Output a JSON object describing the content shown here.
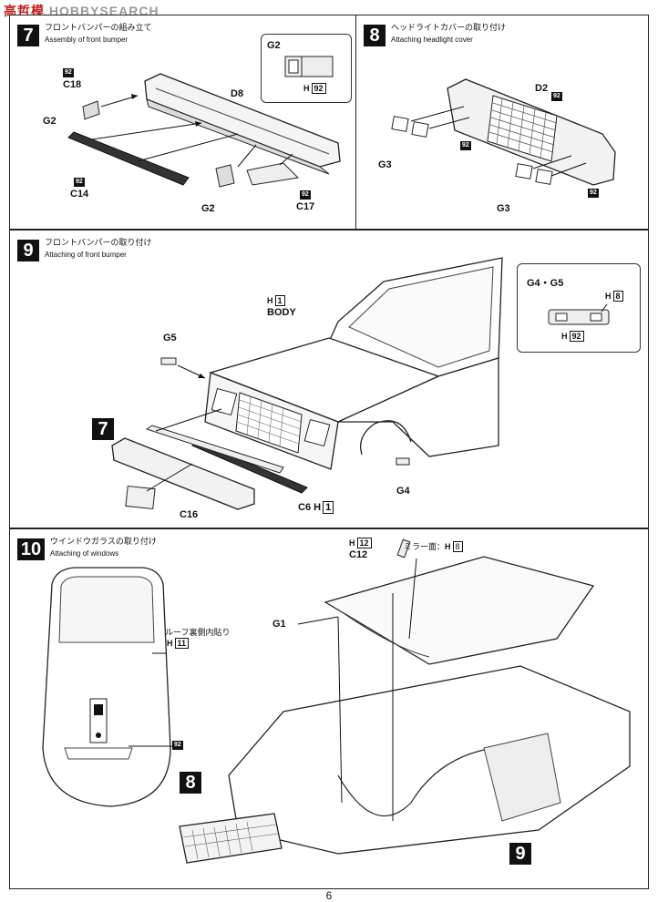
{
  "watermark": {
    "brand1": "HOBBY",
    "brand2": "SEARCH",
    "kanji": "高哲模"
  },
  "page_number": "6",
  "step7": {
    "num": "7",
    "title_jp": "フロントバンパーの組み立て",
    "title_en": "Assembly of front bumper",
    "parts": {
      "c18": "C18",
      "g2a": "G2",
      "d8": "D8",
      "c14": "C14",
      "g2b": "G2",
      "c17": "C17"
    },
    "color_92": "92",
    "inset": {
      "label": "G2",
      "h": "H",
      "color": "92"
    }
  },
  "step8": {
    "num": "8",
    "title_jp": "ヘッドライトカバーの取り付け",
    "title_en": "Attaching headlight cover",
    "parts": {
      "d2": "D2",
      "g3a": "G3",
      "g3b": "G3"
    },
    "color_92": "92"
  },
  "step9": {
    "num": "9",
    "title_jp": "フロントバンパーの取り付け",
    "title_en": "Attaching of front bumper",
    "parts": {
      "body": "BODY",
      "h": "H",
      "h1": "1",
      "g5": "G5",
      "g4": "G4",
      "c16": "C16",
      "c6": "C6",
      "ref7": "7"
    },
    "inset": {
      "label": "G4・G5",
      "h": "H",
      "c8": "8",
      "c92": "92"
    }
  },
  "step10": {
    "num": "10",
    "title_jp": "ウインドウガラスの取り付け",
    "title_en": "Attaching of windows",
    "parts": {
      "g1": "G1",
      "c12": "C12",
      "h": "H",
      "h12": "12",
      "mirror": "ミラー面：",
      "h8": "8",
      "roof_jp": "ルーフ裏側内貼り",
      "h11": "11",
      "c92": "92",
      "ref8": "8",
      "ref9": "9"
    }
  }
}
